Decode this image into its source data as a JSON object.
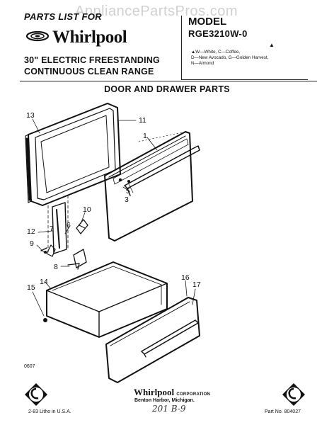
{
  "header": {
    "parts_list_for": "PARTS LIST FOR",
    "watermark": "AppliancePartsPros.com",
    "brand": "Whirlpool",
    "subtitle_line1": "30\" ELECTRIC FREESTANDING",
    "subtitle_line2": "CONTINUOUS CLEAN RANGE"
  },
  "model": {
    "label": "MODEL",
    "number": "RGE3210W-0",
    "marker": "▲",
    "color_key": [
      "▲W—White, C—Coffee,",
      "D—New Avocado, G—Golden Harvest,",
      "N—Almond"
    ]
  },
  "section_title": "DOOR AND DRAWER PARTS",
  "callouts": {
    "c1": "1",
    "c3": "3",
    "c5": "5",
    "c6": "6",
    "c7": "7",
    "c8": "8",
    "c9": "9",
    "c10": "10",
    "c11": "11",
    "c12": "12",
    "c13": "13",
    "c14": "14",
    "c15": "15",
    "c16": "16",
    "c17": "17"
  },
  "footer": {
    "drawing_code": "0607",
    "corp_name": "Whirlpool",
    "corp_suffix": "CORPORATION",
    "corp_location": "Benton Harbor, Michigan.",
    "litho": "2-83  Litho in U.S.A.",
    "part_no": "Part No. 804027",
    "handwritten": "201 B-9"
  },
  "icons": {
    "logo": "whirlpool-swirl-logo",
    "left_seal": "fsp-seal-icon",
    "right_seal": "fsp-seal-icon"
  }
}
